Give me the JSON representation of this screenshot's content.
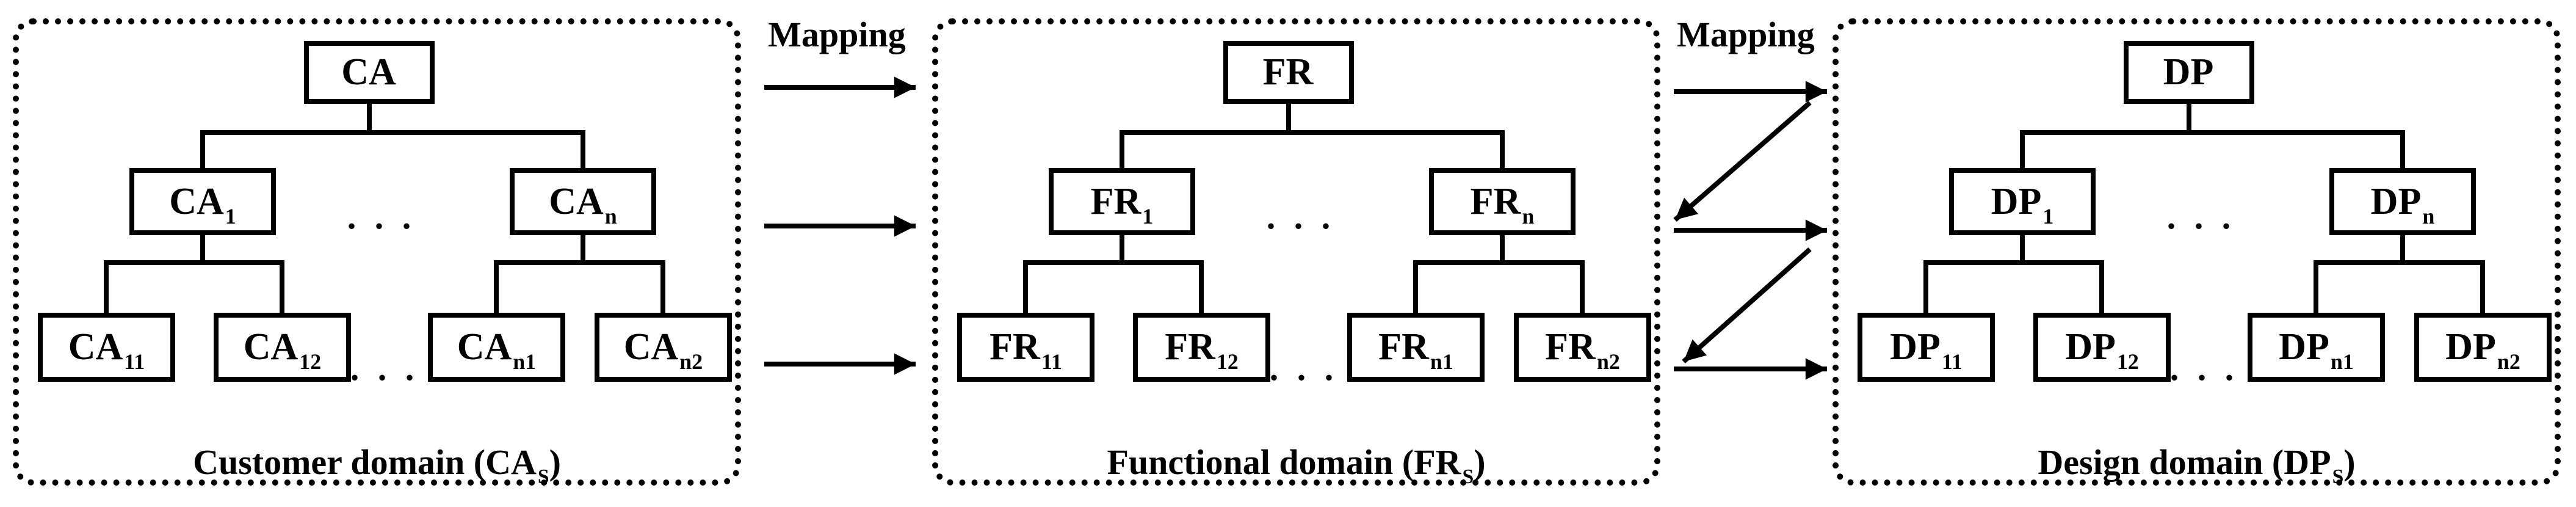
{
  "diagram": {
    "ellipsis": ". . .",
    "colors": {
      "ink": "#000000",
      "background": "#ffffff"
    }
  },
  "panels": [
    {
      "id": "customer",
      "root": {
        "base": "CA",
        "sub": ""
      },
      "children": [
        {
          "base": "CA",
          "sub": "1"
        },
        {
          "base": "CA",
          "sub": "n"
        }
      ],
      "grandchildren": [
        {
          "base": "CA",
          "sub": "11"
        },
        {
          "base": "CA",
          "sub": "12"
        },
        {
          "base": "CA",
          "sub": "n1"
        },
        {
          "base": "CA",
          "sub": "n2"
        }
      ],
      "caption": {
        "prefix": "Customer domain (",
        "base": "CA",
        "sub": "S",
        "suffix": ")"
      }
    },
    {
      "id": "functional",
      "root": {
        "base": "FR",
        "sub": ""
      },
      "children": [
        {
          "base": "FR",
          "sub": "1"
        },
        {
          "base": "FR",
          "sub": "n"
        }
      ],
      "grandchildren": [
        {
          "base": "FR",
          "sub": "11"
        },
        {
          "base": "FR",
          "sub": "12"
        },
        {
          "base": "FR",
          "sub": "n1"
        },
        {
          "base": "FR",
          "sub": "n2"
        }
      ],
      "caption": {
        "prefix": "Functional domain (",
        "base": "FR",
        "sub": "S",
        "suffix": ")"
      }
    },
    {
      "id": "design",
      "root": {
        "base": "DP",
        "sub": ""
      },
      "children": [
        {
          "base": "DP",
          "sub": "1"
        },
        {
          "base": "DP",
          "sub": "n"
        }
      ],
      "grandchildren": [
        {
          "base": "DP",
          "sub": "11"
        },
        {
          "base": "DP",
          "sub": "12"
        },
        {
          "base": "DP",
          "sub": "n1"
        },
        {
          "base": "DP",
          "sub": "n2"
        }
      ],
      "caption": {
        "prefix": "Design domain (",
        "base": "DP",
        "sub": "S",
        "suffix": ")"
      }
    }
  ],
  "mappings": [
    {
      "label": "Mapping",
      "horizontal_arrows": 3,
      "feedback_arrows": 0
    },
    {
      "label": "Mapping",
      "horizontal_arrows": 3,
      "feedback_arrows": 2
    }
  ]
}
